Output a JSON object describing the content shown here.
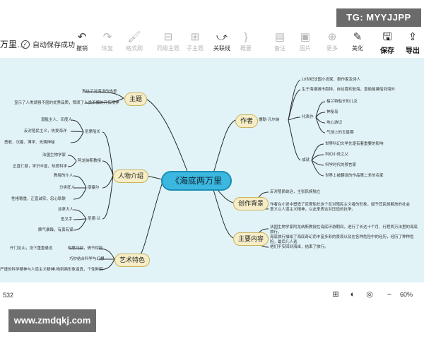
{
  "toolbar": {
    "doc_title": "万里…",
    "save_status": "自动保存成功",
    "items": [
      {
        "label": "撤销"
      },
      {
        "label": "恢复"
      },
      {
        "label": "格式刷"
      },
      {
        "label": "同级主题"
      },
      {
        "label": "子主题"
      },
      {
        "label": "关联线"
      },
      {
        "label": "概要"
      },
      {
        "label": "备注"
      },
      {
        "label": "图片"
      },
      {
        "label": "更多"
      },
      {
        "label": "美化"
      },
      {
        "label": "保存"
      },
      {
        "label": "导出"
      }
    ]
  },
  "watermark": "TG: MYYJJPP",
  "mindmap": {
    "center": "《海底两万里",
    "topics": {
      "theme": "主题",
      "author": "作者",
      "characters": "人物介绍",
      "background": "创作背景",
      "content": "主要内容",
      "art": "艺术特色"
    },
    "theme_leaves": [
      "表达了对海洋的热爱",
      "显示了人类顽强不屈的优秀品质，赞颂了人类不懈的开拓精神"
    ],
    "author_name": "儒勒·凡尔纳",
    "author_leaves": [
      "19世纪法国小说家、剧作家及诗人",
      "生于海港城市南特，自幼喜欢航海，曾偷偷乘船到海外"
    ],
    "works_label": "代表作",
    "works": [
      "格兰特船长的儿女",
      "神秘岛",
      "地心游记",
      "气球上的五星期"
    ],
    "honors_label": "成就",
    "honors": [
      "世界科幻文学先驱有着重要的影响",
      "科幻小说之父",
      "科学时代的预言家",
      "世界上被翻译的作品第二多的名家"
    ],
    "char_groups": [
      "尼摩船长",
      "阿龙纳斯教授",
      "康塞尔",
      "尼德·兰"
    ],
    "char_leaves": [
      "潜艇主人、印度人",
      "反对殖民主义，热爱海洋",
      "勇敢、沉着、博学、充满神秘",
      "法国生物学家",
      "正直仁慈，学识丰富，热爱科学",
      "教授的仆人",
      "分类狂人",
      "性格稳重，正直诚实，忠心耿耿",
      "加拿大人",
      "鱼叉手",
      "脾气暴躁，有勇有谋"
    ],
    "bg_leaves": [
      "反对殖民统治，主张民族独立",
      "作者在小说中塑造了尼摩船长这个反对殖民主义者的形象，赋予其民族解放的社会意义以人道主义精神，以此来表达对压迫的抗争。"
    ],
    "content_leaves": [
      "法国生物学家阿龙纳斯教授在海底环游期间，进行了长达十个月、行程两万法里的海底旅行。",
      "海底旅行描绘了海底奇幻而丰富多彩的景观以及在各种危险中的经历，经历了种种危险。最后几人逃",
      "他们平安回到海岸，结束了旅行。"
    ],
    "art_leaves": [
      "开门见山，设下重重悬念",
      "构思巧妙，情节惊险",
      "巧妙结合科学与幻想",
      "严谨的科学精神与人道主义精神",
      "人物刻画形象逼真，个性鲜明"
    ]
  },
  "status": {
    "page_num": "532",
    "zoom": "60%"
  },
  "site_watermark": "www.zmdqkj.com"
}
